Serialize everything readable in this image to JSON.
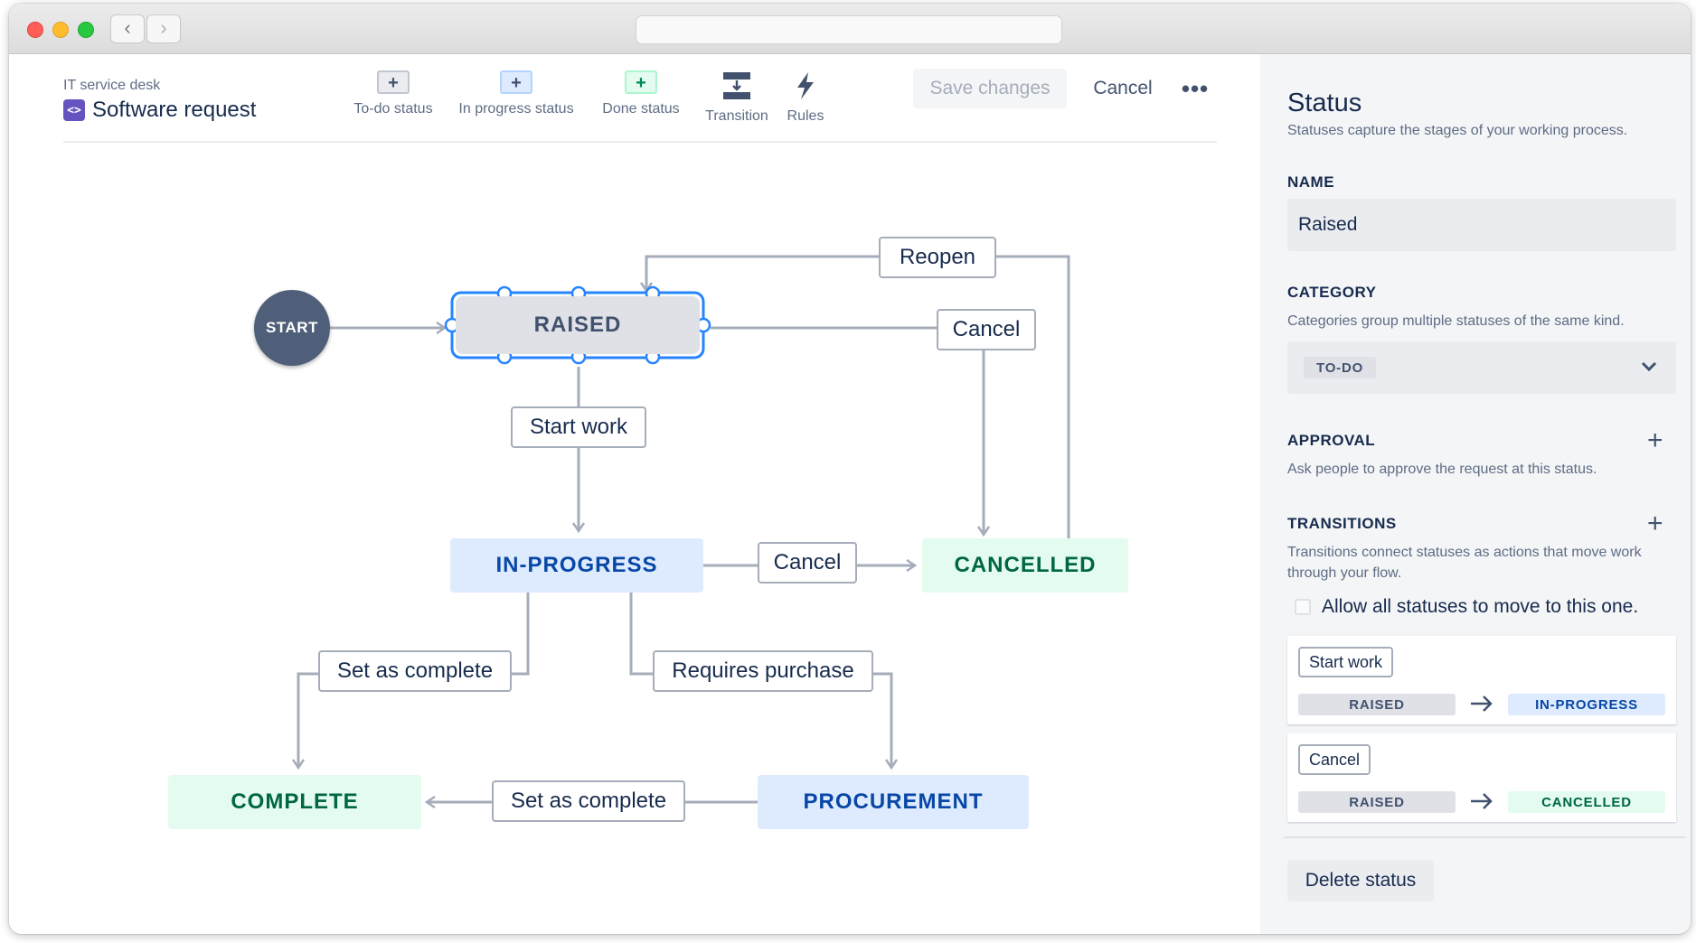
{
  "window": {
    "url": ""
  },
  "header": {
    "project_type": "IT service desk",
    "project_name": "Software request",
    "project_icon_glyph": "<>",
    "tools": [
      {
        "label": "To-do status",
        "icon": "plus-icon"
      },
      {
        "label": "In progress status",
        "icon": "plus-icon"
      },
      {
        "label": "Done status",
        "icon": "plus-icon"
      },
      {
        "label": "Transition",
        "icon": "transition-icon"
      },
      {
        "label": "Rules",
        "icon": "lightning-icon"
      }
    ],
    "plus_glyph": "+",
    "save_label": "Save changes",
    "cancel_label": "Cancel",
    "more_glyph": "•••"
  },
  "diagram": {
    "statuses": {
      "start": "START",
      "raised": "RAISED",
      "in_progress": "IN-PROGRESS",
      "cancelled": "CANCELLED",
      "complete": "COMPLETE",
      "procurement": "PROCUREMENT"
    },
    "transitions": {
      "reopen": "Reopen",
      "cancel_top": "Cancel",
      "start_work": "Start work",
      "cancel_mid": "Cancel",
      "set_complete_left": "Set as complete",
      "requires_purchase": "Requires purchase",
      "set_complete_bottom": "Set as complete"
    },
    "colors": {
      "line": "#a5adba",
      "selection": "#2684ff"
    }
  },
  "panel": {
    "title": "Status",
    "description": "Statuses capture the stages of your working process.",
    "name_label": "NAME",
    "name_value": "Raised",
    "category_label": "CATEGORY",
    "category_description": "Categories group multiple statuses of the same kind.",
    "category_value": "TO-DO",
    "approval_label": "APPROVAL",
    "approval_description": "Ask people to approve the request at this status.",
    "transitions_label": "TRANSITIONS",
    "transitions_description": "Transitions connect statuses as actions that move work through your flow.",
    "allow_all_label": "Allow all statuses to move to this one.",
    "transition_cards": [
      {
        "name": "Start work",
        "from": "RAISED",
        "to": "IN-PROGRESS"
      },
      {
        "name": "Cancel",
        "from": "RAISED",
        "to": "CANCELLED"
      }
    ],
    "delete_label": "Delete status"
  }
}
